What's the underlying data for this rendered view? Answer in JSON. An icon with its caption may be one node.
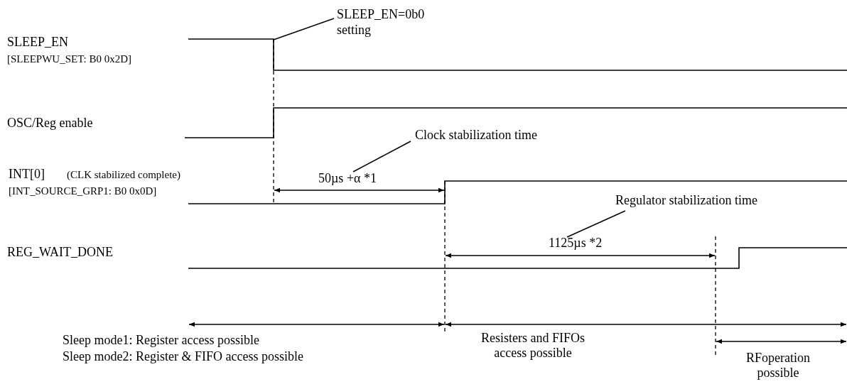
{
  "diagram": {
    "nodes": [
      {
        "text": [
          "SLEEP_EN=0b0 setting"
        ]
      },
      {
        "text": [
          "Clock stabilization time"
        ]
      },
      {
        "text": [
          "50µs +α *1"
        ]
      },
      {
        "text": [
          "Regulator stabilization time"
        ]
      },
      {
        "text": [
          "1125µs *2"
        ]
      }
    ],
    "edges": [
      {
        "from": 0,
        "to": null,
        "arrow": "none"
      },
      {
        "from": 1,
        "to": 2,
        "arrow": "none"
      },
      {
        "from": 3,
        "to": 4,
        "arrow": "none"
      }
    ],
    "labels": [
      "SLEEP_EN",
      "[SLEEPWU_SET: B0 0x2D]",
      "OSC/Reg enable",
      "INT[0]",
      "(CLK stabilized complete)",
      "[INT_SOURCE_GRP1: B0 0x0D]",
      "REG_WAIT_DONE",
      "Sleep mode1: Register access possible",
      "Sleep mode2: Register & FIFO access possible",
      "Resisters and FIFOs access possible",
      "RFoperation possible"
    ]
  }
}
